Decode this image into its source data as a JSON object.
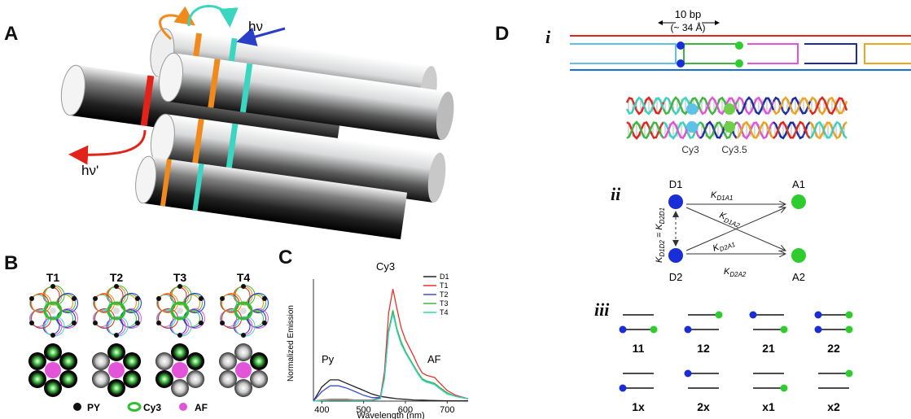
{
  "panels": {
    "a": {
      "letter": "A",
      "label_hv": "hν",
      "label_hv_prime": "hν'"
    },
    "b": {
      "letter": "B",
      "tiles": [
        "T1",
        "T2",
        "T3",
        "T4"
      ],
      "legend": [
        {
          "label": "PY",
          "color": "#111111",
          "shape": "dot"
        },
        {
          "label": "Cy3",
          "color": "#2fbf2f",
          "shape": "ring"
        },
        {
          "label": "AF",
          "color": "#e254d8",
          "shape": "dot"
        }
      ]
    },
    "c": {
      "letter": "C",
      "peak_labels": {
        "py": "Py",
        "cy3": "Cy3",
        "af": "AF"
      }
    },
    "d": {
      "letter": "D",
      "sub_i": "i",
      "sub_ii": "ii",
      "sub_iii": "iii",
      "spacing_label": "10 bp",
      "spacing_sub": "(~ 34 Å)",
      "dye_labels": [
        "Cy3",
        "Cy3.5"
      ],
      "network": {
        "nodes": {
          "d1": "D1",
          "d2": "D2",
          "a1": "A1",
          "a2": "A2"
        },
        "edges": {
          "d1a1": "K",
          "d1a1_sub": "D1A1",
          "d1a2": "K",
          "d1a2_sub": "D1A2",
          "d2a1": "K",
          "d2a1_sub": "D2A1",
          "d2a2": "K",
          "d2a2_sub": "D2A2"
        },
        "vertical": "K",
        "vertical_sub1": "D1D2",
        "vertical_eq": " = K",
        "vertical_sub2": "D2D1"
      },
      "configs": {
        "row1": [
          "11",
          "12",
          "21",
          "22"
        ],
        "row2": [
          "1x",
          "2x",
          "x1",
          "x2"
        ]
      }
    }
  },
  "chart_data": {
    "type": "line",
    "xlabel": "Wavelength (nm)",
    "ylabel": "Normalized Emission",
    "xlim": [
      380,
      750
    ],
    "xticks": [
      400,
      500,
      600,
      700
    ],
    "ylim": [
      0,
      1
    ],
    "legend_position": "top-right",
    "series": [
      {
        "name": "D1",
        "color": "#222222",
        "x": [
          380,
          400,
          420,
          440,
          460,
          480,
          500,
          520,
          540,
          560,
          580,
          600,
          620,
          640,
          660,
          680,
          700,
          750
        ],
        "values": [
          0.0,
          0.12,
          0.18,
          0.18,
          0.15,
          0.12,
          0.09,
          0.06,
          0.04,
          0.03,
          0.02,
          0.015,
          0.01,
          0.008,
          0.006,
          0.004,
          0.003,
          0.002
        ]
      },
      {
        "name": "T1",
        "color": "#e8332a",
        "x": [
          380,
          400,
          420,
          440,
          460,
          480,
          500,
          520,
          540,
          550,
          560,
          570,
          580,
          590,
          600,
          610,
          620,
          630,
          640,
          650,
          660,
          670,
          680,
          700,
          720,
          750
        ],
        "values": [
          0.0,
          0.01,
          0.015,
          0.015,
          0.015,
          0.01,
          0.01,
          0.01,
          0.03,
          0.25,
          0.75,
          0.95,
          0.78,
          0.62,
          0.52,
          0.45,
          0.38,
          0.3,
          0.24,
          0.22,
          0.21,
          0.2,
          0.16,
          0.09,
          0.05,
          0.02
        ]
      },
      {
        "name": "T2",
        "color": "#3a4fd0",
        "x": [
          380,
          400,
          420,
          440,
          460,
          480,
          500,
          520,
          540,
          550,
          560,
          570,
          580,
          590,
          600,
          610,
          620,
          630,
          640,
          650,
          660,
          670,
          680,
          700,
          720,
          750
        ],
        "values": [
          0.0,
          0.08,
          0.13,
          0.13,
          0.11,
          0.08,
          0.05,
          0.03,
          0.03,
          0.2,
          0.6,
          0.76,
          0.6,
          0.5,
          0.42,
          0.36,
          0.3,
          0.24,
          0.19,
          0.17,
          0.16,
          0.15,
          0.12,
          0.07,
          0.04,
          0.02
        ]
      },
      {
        "name": "T3",
        "color": "#3cb83c",
        "x": [
          380,
          400,
          420,
          440,
          460,
          480,
          500,
          520,
          540,
          550,
          560,
          570,
          580,
          590,
          600,
          610,
          620,
          630,
          640,
          650,
          660,
          670,
          680,
          700,
          720,
          750
        ],
        "values": [
          0.0,
          0.005,
          0.008,
          0.008,
          0.008,
          0.006,
          0.006,
          0.006,
          0.02,
          0.2,
          0.6,
          0.77,
          0.61,
          0.5,
          0.42,
          0.36,
          0.3,
          0.24,
          0.19,
          0.17,
          0.16,
          0.15,
          0.12,
          0.07,
          0.04,
          0.02
        ]
      },
      {
        "name": "T4",
        "color": "#36d3c8",
        "x": [
          380,
          400,
          420,
          440,
          460,
          480,
          500,
          520,
          540,
          550,
          560,
          570,
          580,
          590,
          600,
          610,
          620,
          630,
          640,
          650,
          660,
          670,
          680,
          700,
          720,
          750
        ],
        "values": [
          0.0,
          0.005,
          0.008,
          0.008,
          0.008,
          0.006,
          0.006,
          0.006,
          0.02,
          0.19,
          0.58,
          0.74,
          0.59,
          0.48,
          0.41,
          0.35,
          0.29,
          0.23,
          0.18,
          0.16,
          0.15,
          0.14,
          0.11,
          0.06,
          0.04,
          0.02
        ]
      }
    ]
  }
}
